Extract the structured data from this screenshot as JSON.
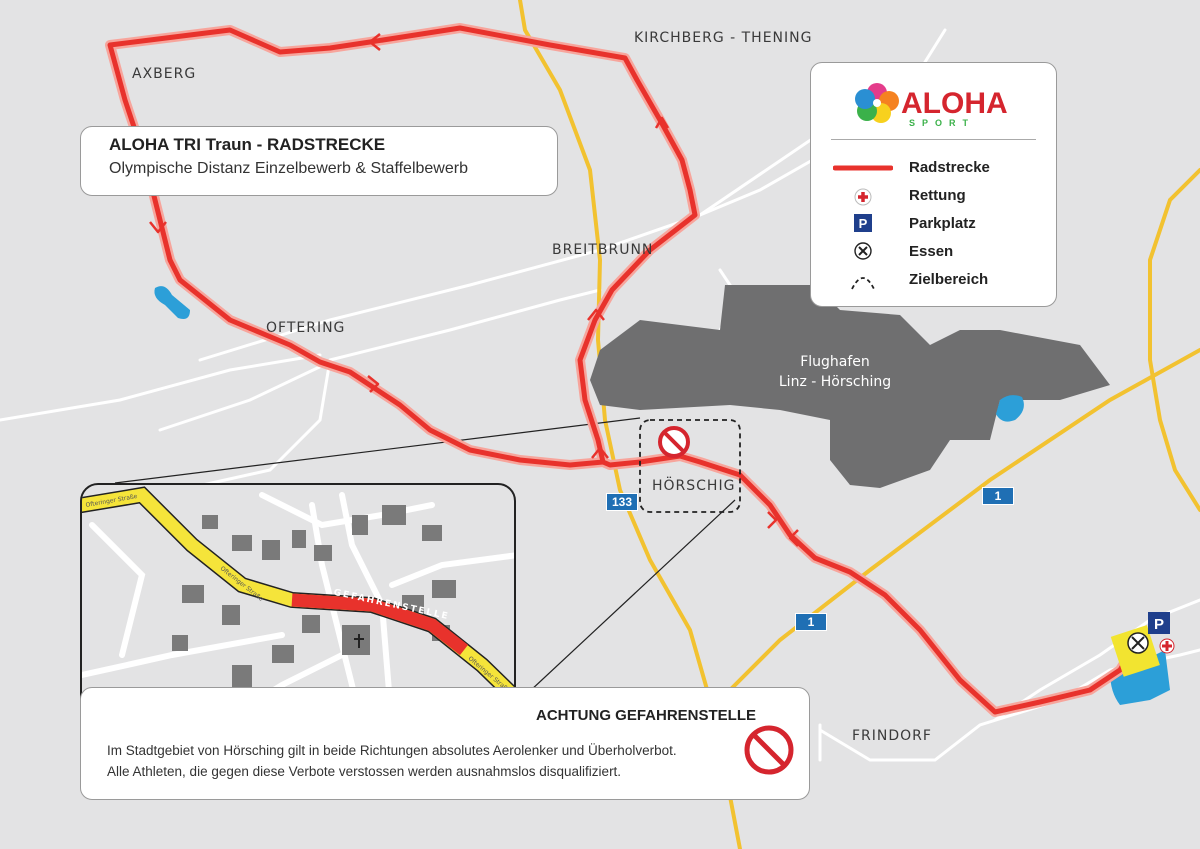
{
  "title": {
    "main": "ALOHA TRI Traun - RADSTRECKE",
    "sub": "Olympische Distanz  Einzelbewerb & Staffelbewerb"
  },
  "places": {
    "axberg": "AXBERG",
    "kirchberg": "KIRCHBERG - THENING",
    "breitbrunn": "BREITBRUNN",
    "oftering": "OFTERING",
    "hoerschig": "HÖRSCHIG",
    "frindorf": "FRINDORF",
    "airport": "Flughafen",
    "airport_sub": "Linz - Hörsching"
  },
  "roads": {
    "r133": "133",
    "r1a": "1",
    "r1b": "1"
  },
  "legend": {
    "logo_main": "ALOHA",
    "logo_sub": "SPORT",
    "items": [
      {
        "label": "Radstrecke",
        "icon": "route-line-icon"
      },
      {
        "label": "Rettung",
        "icon": "red-cross-icon"
      },
      {
        "label": "Parkplatz",
        "icon": "parking-icon"
      },
      {
        "label": "Essen",
        "icon": "food-icon"
      },
      {
        "label": "Zielbereich",
        "icon": "finish-arc-icon"
      }
    ]
  },
  "inset": {
    "danger_label": "GEFAHRENSTELLE",
    "street_1": "Ofteringer Straße",
    "street_2": "Ofteringer Straße",
    "street_3": "Ofteringer Straße"
  },
  "warning": {
    "title": "ACHTUNG GEFAHRENSTELLE",
    "line1": "Im Stadtgebiet von Hörsching  gilt in beide Richtungen absolutes Aerolenker und Überholverbot.",
    "line2": "Alle Athleten, die gegen diese Verbote verstossen werden ausnahmslos disqualifiziert."
  },
  "colors": {
    "route": "#e8322c",
    "route_halo": "#f7a59c",
    "highway": "#f2c230",
    "airport": "#6f6f70",
    "water": "#2c9fd8",
    "shield": "#1f6fb4",
    "background": "#e3e3e4"
  }
}
